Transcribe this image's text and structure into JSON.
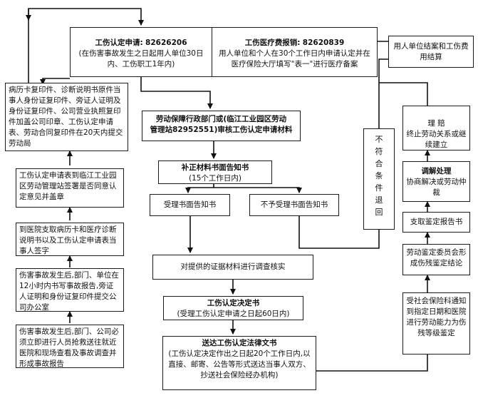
{
  "top": {
    "apply_title": "工伤认定申请:",
    "apply_phone": "82626206",
    "apply_note": "(在伤害事故发生之日起用人单位30日内、工伤职工1年内)",
    "medical_title": "工伤医疗费报销:",
    "medical_phone": "82620839",
    "medical_note": "用人单位和个人在30个工作日内申请认定并在医疗保险大厅填写\"表一\"进行医疗备案"
  },
  "settlement": "用人单位结案和工伤费用结算",
  "left": {
    "materials": "病历卡复印件、诊断说明书原件当事人身份证复印件、旁证人证明及身份证复印件、公司营业执照复印件加盖公司印章、工伤认定申请表、劳动合同复印件在20天内提交劳动局",
    "form_sign": "工伤认定申请表到临江工业园区劳动管理站签署是否同意认定意见并盖章",
    "hospital": "到医院支取病历卡和医疗诊断说明书以及工伤认定申请表当事人签字",
    "report12": "伤害事故发生后,部门、单位在12小时内书写事故报告,旁证人证明和身份证复印件提交公司办公室",
    "rescue": "伤害事故发生后,部门、公司必须立即进行人员抢救送往就近医院和现场查看及事故调查并形成事故报告"
  },
  "center": {
    "review_line1": "劳动保障行政部门或(临江工业园区劳动",
    "review_line2": "管理站82952551)审核工伤认定申请材料",
    "supplement_title": "补正材料书面告知书",
    "supplement_note": "(15个工作日内)",
    "accept": "受理书面告知书",
    "reject": "不予受理书面告知书",
    "investigate": "对提供的证据材料进行调查核实",
    "decision_title": "工伤认定决定书",
    "decision_note": "(受理工伤认定申请之日起60日内)",
    "deliver_title": "送达工伤认定法律文书",
    "deliver_note": "(工伤认定决定作出之日起20个工作日内,以直接、邮寄、公告等形式送达当事人双方、抄送社会保险经办机构)"
  },
  "nonconform": "不符合条件退回",
  "right": {
    "compensation": "理 赔\n终止劳动关系或继续建立",
    "mediation_title": "调解处理",
    "mediation_note": "协商解决或劳动仲裁",
    "pay_report": "支取鉴定报告书",
    "committee": "劳动鉴定委员会形成伤残鉴定结论",
    "assess": "受社会保险科通知到指定日期和医院进行劳动能力为伤残等级鉴定"
  }
}
